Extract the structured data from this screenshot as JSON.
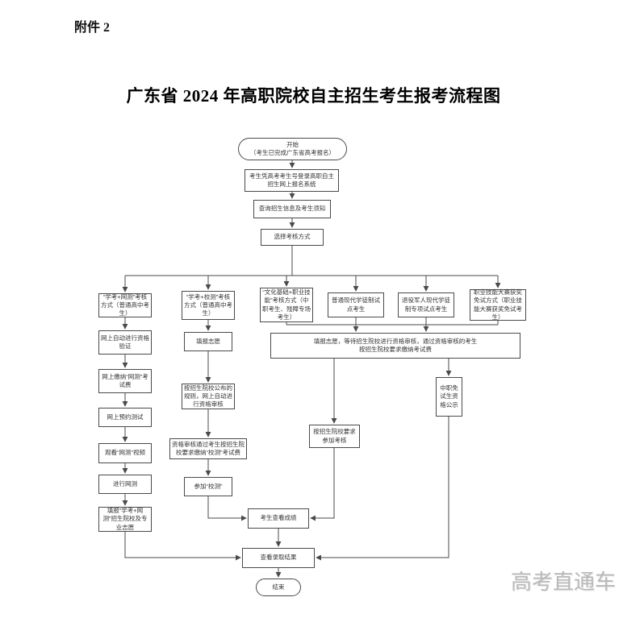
{
  "page": {
    "attachment": "附件 2",
    "title": "广东省 2024 年高职院校自主招生考生报考流程图",
    "watermark": "高考直通车"
  },
  "nodes": {
    "start": "开始\n（考生已完成广东省高考报名）",
    "login": "考生凭高考考生号登录高职自主招生网上报名系统",
    "query": "查询招生信息及考生须知",
    "choose": "选择考核方式",
    "b1": "“学考+网测”考核方式（普通高中考生）",
    "b2": "“学考+校测”考核方式（普通高中考生）",
    "b3": "“文化基础+职业技能”考核方式（中职考生、残障专场考生）",
    "b4": "普通现代学徒制试点考生",
    "b5": "退役军人现代学徒制专项试点考生",
    "b6": "职业技能大赛获奖免试方式（职业技能大赛获奖免试考生）",
    "c1a": "网上自动进行资格验证",
    "c1b": "网上缴纳“网测”考试费",
    "c1c": "网上预约测试",
    "c1d": "观看“网测”视频",
    "c1e": "进行网测",
    "c1f": "填报“学考+网测”招生院校及专业志愿",
    "c2a": "填报志愿",
    "c2b": "按招生院校公布的规则，网上自动进行资格审核",
    "c2c": "资格审核通过考生按招生院校要求缴纳“校测”考试费",
    "c2d": "参加“校测”",
    "wide": "填报志愿，等待招生院校进行资格审核，通过资格审核的考生\n按招生院校要求缴纳考试费",
    "exam": "按招生院校要求参加考核",
    "publicity": "中职免试生资格公示",
    "score": "考生查看成绩",
    "result": "查看录取结果",
    "end": "结束"
  }
}
